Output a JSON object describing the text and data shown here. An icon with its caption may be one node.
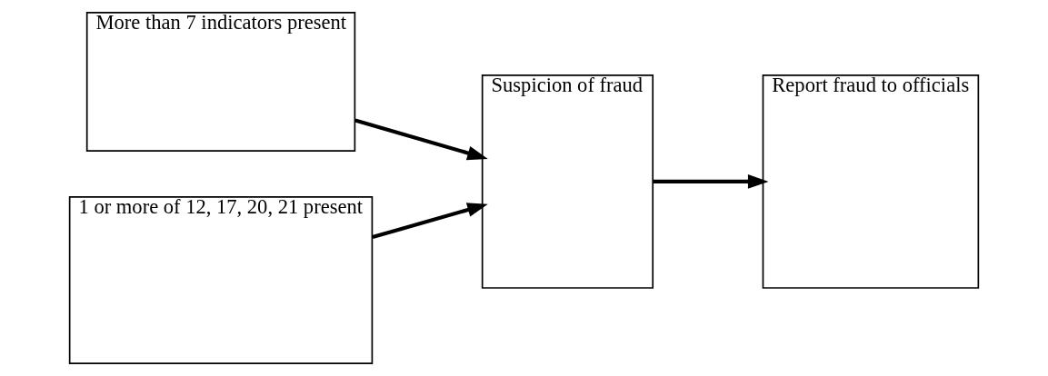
{
  "diagram": {
    "nodes": [
      {
        "text": [
          "More than 7 indicators present"
        ]
      },
      {
        "text": [
          "1 or more of 12, 17, 20, 21 present"
        ]
      },
      {
        "text": [
          "Suspicion of fraud"
        ]
      },
      {
        "text": [
          "Report fraud to officials"
        ]
      }
    ],
    "edges": [
      {
        "from": 0,
        "to": 2,
        "arrow": "to"
      },
      {
        "from": 1,
        "to": 2,
        "arrow": "to"
      },
      {
        "from": 2,
        "to": 3,
        "arrow": "to"
      }
    ]
  }
}
